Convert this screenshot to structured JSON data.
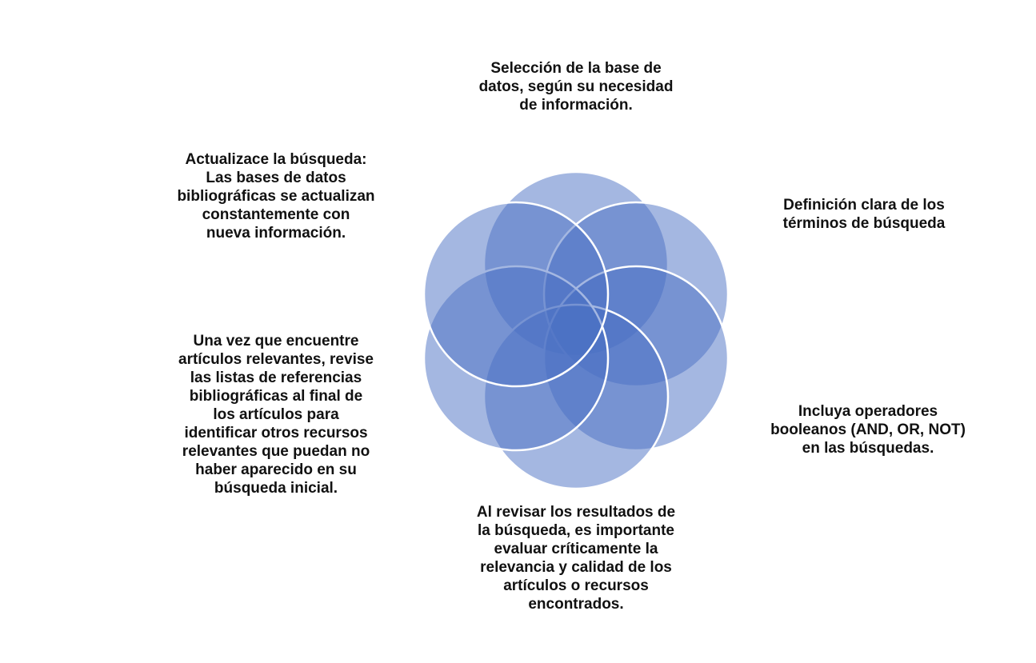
{
  "colors": {
    "petal_fill": "#4a6fc4",
    "petal_stroke": "#ffffff",
    "text": "#111111",
    "background": "#ffffff"
  },
  "steps": [
    {
      "lines": [
        "Selección de la base de",
        "datos, según su necesidad",
        "de información."
      ]
    },
    {
      "lines": [
        "Definición clara de los",
        "términos de búsqueda"
      ]
    },
    {
      "lines": [
        "Incluya operadores",
        "booleanos (AND, OR, NOT)",
        "en las búsquedas."
      ]
    },
    {
      "lines": [
        "Al revisar los resultados de",
        "la búsqueda, es importante",
        "evaluar críticamente la",
        "relevancia y calidad de los",
        "artículos o recursos",
        "encontrados."
      ]
    },
    {
      "lines": [
        "Una vez que encuentre",
        "artículos relevantes, revise",
        "las listas de referencias",
        "bibliográficas al final de",
        "los artículos para",
        "identificar otros recursos",
        "relevantes que puedan no",
        "haber aparecido en su",
        "búsqueda inicial."
      ]
    },
    {
      "lines": [
        "Actualizace la búsqueda:",
        "Las bases de datos",
        "bibliográficas se actualizan",
        "constantemente con",
        "nueva información."
      ]
    }
  ]
}
